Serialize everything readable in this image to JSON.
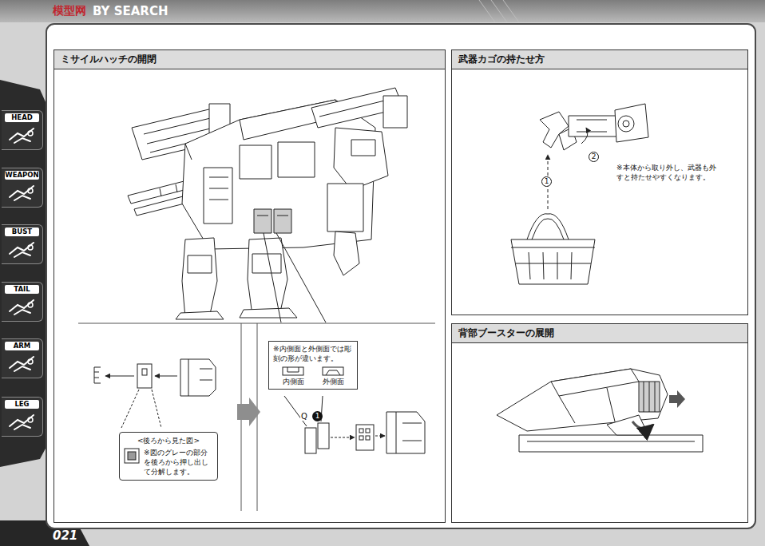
{
  "diagram": {
    "nodes": [
      {
        "text": [
          "ミサイルハッチの開閉"
        ]
      },
      {
        "text": [
          "<後ろから見た図>",
          "※図のグレーの部分を後ろから押し出して分解します。"
        ],
        "in": 0
      },
      {
        "text": [
          "※内側面と外側面では彫刻の形が違います。",
          "内側面",
          "外側面"
        ],
        "in": 0
      },
      {
        "text": [
          "武器カゴの持たせ方"
        ]
      },
      {
        "text": [
          "背部ブースターの展開"
        ]
      },
      {
        "text": [
          "HEAD"
        ]
      },
      {
        "text": [
          "WEAPON"
        ]
      },
      {
        "text": [
          "BUST"
        ]
      },
      {
        "text": [
          "TAIL"
        ]
      },
      {
        "text": [
          "ARM"
        ]
      },
      {
        "text": [
          "LEG"
        ]
      }
    ],
    "labels": [
      "模型网",
      "BY SEARCH",
      "Q",
      "1",
      "1",
      "2",
      "※本体から取り外し、武器も外すと持たせやすくなります。",
      "021"
    ]
  }
}
